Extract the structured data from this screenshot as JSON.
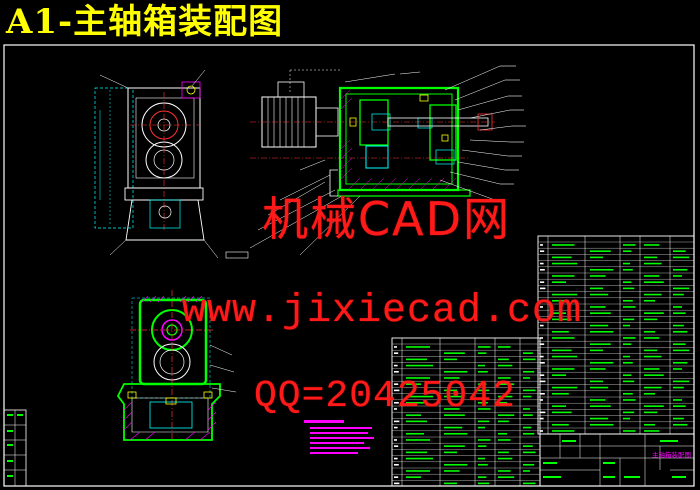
{
  "drawing": {
    "title": "A1-主轴箱装配图",
    "title_block_name": "主轴箱装配图"
  },
  "watermark": {
    "line1": "机械CAD网",
    "line2": "www.jixiecad.com",
    "line3": "QQ=20425042"
  },
  "colors": {
    "background": "#000000",
    "frame": "#ffffff",
    "title": "#ffff00",
    "part_outline": "#00ff00",
    "hatch": "#ff00ff",
    "center_line": "#ff3030",
    "detail": "#00ffff",
    "watermark": "#ff1a1a"
  }
}
